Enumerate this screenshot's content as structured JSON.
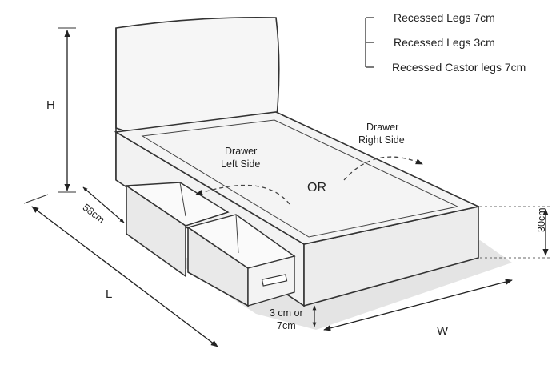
{
  "legend": {
    "options": [
      "Recessed Legs 7cm",
      "Recessed Legs 3cm",
      "Recessed Castor legs 7cm"
    ]
  },
  "dimensions": {
    "height": "H",
    "length": "L",
    "width": "W",
    "drawer_depth": "58cm",
    "base_height": "30cm",
    "leg_clearance": [
      "3 cm or",
      "7cm"
    ]
  },
  "drawers": {
    "left_label": [
      "Drawer",
      "Left Side"
    ],
    "right_label": [
      "Drawer",
      "Right Side"
    ],
    "or_label": "OR"
  }
}
